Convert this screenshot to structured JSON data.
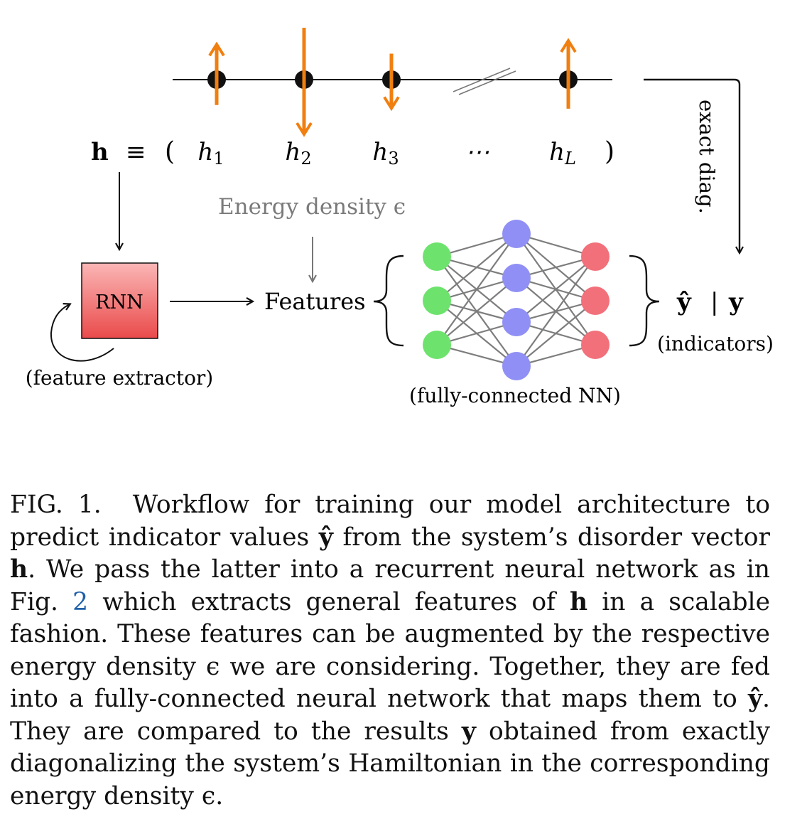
{
  "figure": {
    "h_label": "h",
    "equiv_symbol": "≡",
    "open_paren": "(",
    "close_paren": ")",
    "sites": [
      {
        "label": "h",
        "sub": "1",
        "spin": "up",
        "strength": 0.7
      },
      {
        "label": "h",
        "sub": "2",
        "spin": "down",
        "strength": 1.0
      },
      {
        "label": "h",
        "sub": "3",
        "spin": "down",
        "strength": 0.5
      },
      {
        "label": "⋯",
        "sub": "",
        "spin": "none",
        "strength": 0
      },
      {
        "label": "h",
        "sub": "L",
        "spin": "up",
        "strength": 0.8
      }
    ],
    "energy_label": "Energy density ϵ",
    "rnn_label": "RNN",
    "feature_extractor_label": "(feature extractor)",
    "features_label": "Features",
    "nn_label": "(fully-connected NN)",
    "y_hat": "ŷ",
    "y_sep": "|",
    "y": "y",
    "indicators_label": "(indicators)",
    "exact_diag_label": "exact diag.",
    "network": {
      "input_nodes": 3,
      "hidden_nodes": 4,
      "output_nodes": 3
    },
    "colors": {
      "arrow": "#f07f10",
      "input_node": "#6de36d",
      "hidden_node": "#8f8ff5",
      "output_node": "#f2707a",
      "rnn_top": "#fbb6b6",
      "rnn_bottom": "#ea4a4a",
      "energy_text": "#7a7a7a"
    }
  },
  "caption": {
    "label": "FIG. 1.",
    "t1": "Workflow for training our model architecture to predict indicator values ",
    "yhat1": "ŷ",
    "t2": " from the system’s disorder vector ",
    "h1": "h",
    "t3": ". We pass the latter into a recurrent neural network as in Fig. ",
    "ref": "2",
    "t4": " which extracts general features of ",
    "h2": "h",
    "t5": " in a scalable fashion. These features can be augmented by the respective energy density ϵ we are considering. Together, they are fed into a fully-connected neural network that maps them to ",
    "yhat2": "ŷ",
    "t6": ". They are compared to the results ",
    "y": "y",
    "t7": " obtained from exactly diagonalizing the system’s Hamiltonian in the corresponding energy density ϵ."
  }
}
